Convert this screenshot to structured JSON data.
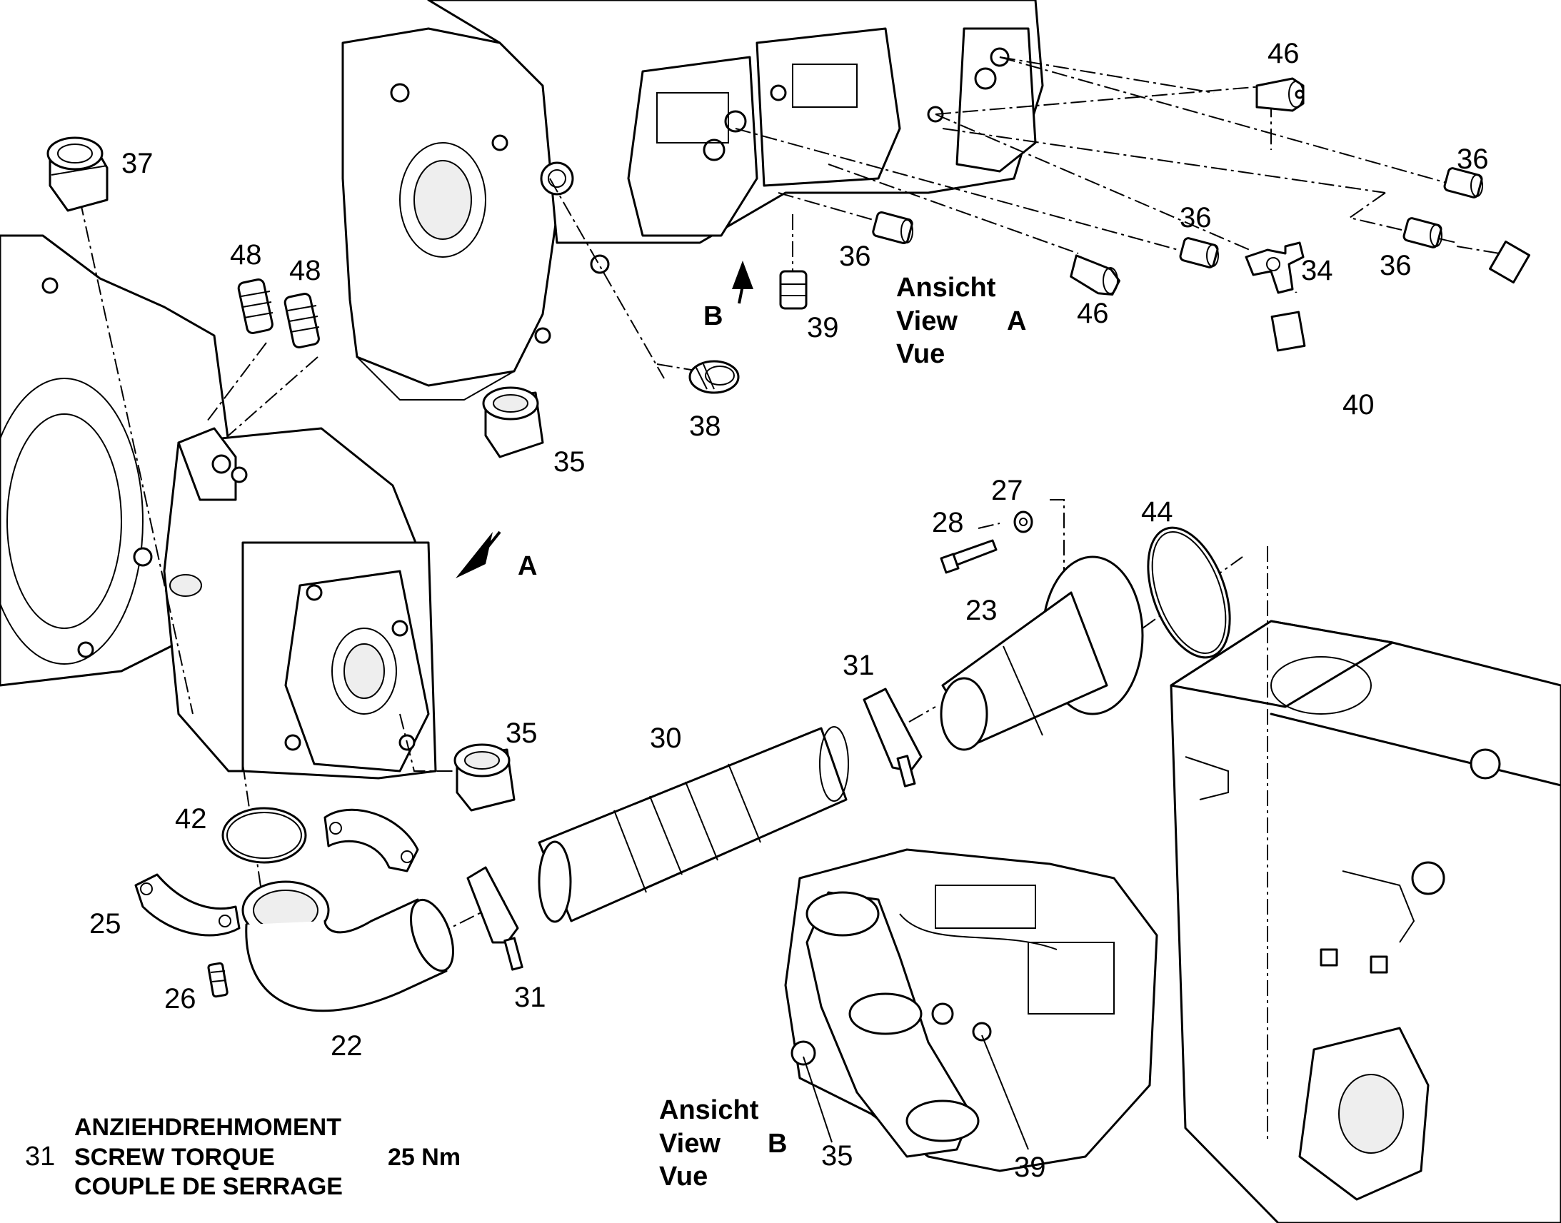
{
  "callouts": {
    "c46a": "46",
    "c36a": "36",
    "c37": "37",
    "c48a": "48",
    "c48b": "48",
    "c36b": "36",
    "c36c": "36",
    "c34": "34",
    "c36d": "36",
    "c39a": "39",
    "c46b": "46",
    "c38": "38",
    "c35a": "35",
    "c40": "40",
    "c27": "27",
    "c28": "28",
    "c44": "44",
    "c23": "23",
    "c31a": "31",
    "c35b": "35",
    "c30": "30",
    "c42": "42",
    "c25": "25",
    "c26": "26",
    "c22": "22",
    "c31b": "31",
    "c35c": "35",
    "c39b": "39"
  },
  "arrow_labels": {
    "a": "A",
    "b": "B"
  },
  "view_a": {
    "line1": "Ansicht",
    "line2": "View",
    "letter": "A",
    "line3": "Vue"
  },
  "view_b": {
    "line1": "Ansicht",
    "line2": "View",
    "letter": "B",
    "line3": "Vue"
  },
  "torque_note": {
    "item": "31",
    "line_de": "ANZIEHDREHMOMENT",
    "line_en": "SCREW TORQUE",
    "line_fr": "COUPLE DE SERRAGE",
    "value": "25 Nm"
  },
  "colors": {
    "ink": "#000000",
    "paper": "#ffffff"
  }
}
